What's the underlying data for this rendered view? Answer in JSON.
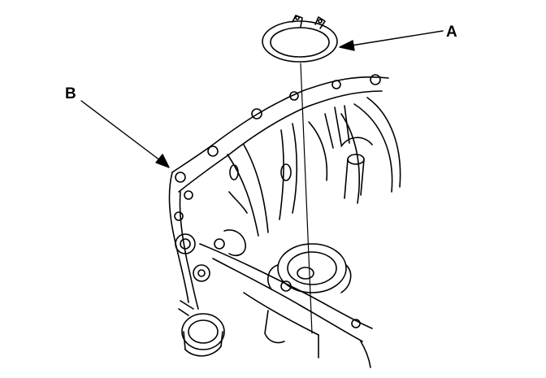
{
  "callouts": {
    "a": {
      "label": "A",
      "target": "snap-ring"
    },
    "b": {
      "label": "B",
      "target": "transmission-housing"
    }
  },
  "colors": {
    "line": "#000000",
    "background": "#ffffff"
  }
}
